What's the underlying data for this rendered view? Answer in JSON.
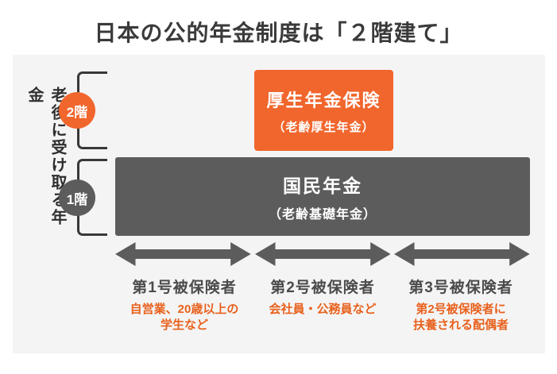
{
  "title": "日本の公的年金制度は「２階建て」",
  "side_label": "老後に受け取る年金",
  "colors": {
    "accent_orange": "#f1662d",
    "dark_gray": "#5c5c5c",
    "title_text": "#3a3a3a",
    "category_label_text": "#4b4b4b",
    "description_orange": "#e8611d",
    "card_background": "#f4f4f4",
    "box_text": "#ffffff"
  },
  "floors": [
    {
      "badge": "2階",
      "box_title": "厚生年金保険",
      "box_subtitle": "（老齢厚生年金）"
    },
    {
      "badge": "1階",
      "box_title": "国民年金",
      "box_subtitle": "（老齢基礎年金）"
    }
  ],
  "insured_categories": [
    {
      "label": "第1号被保険者",
      "desc_lines": [
        "自営業、20歳以上の",
        "学生など"
      ]
    },
    {
      "label": "第2号被保険者",
      "desc_lines": [
        "会社員・公務員など",
        ""
      ]
    },
    {
      "label": "第3号被保険者",
      "desc_lines": [
        "第2号被保険者に",
        "扶養される配偶者"
      ]
    }
  ]
}
